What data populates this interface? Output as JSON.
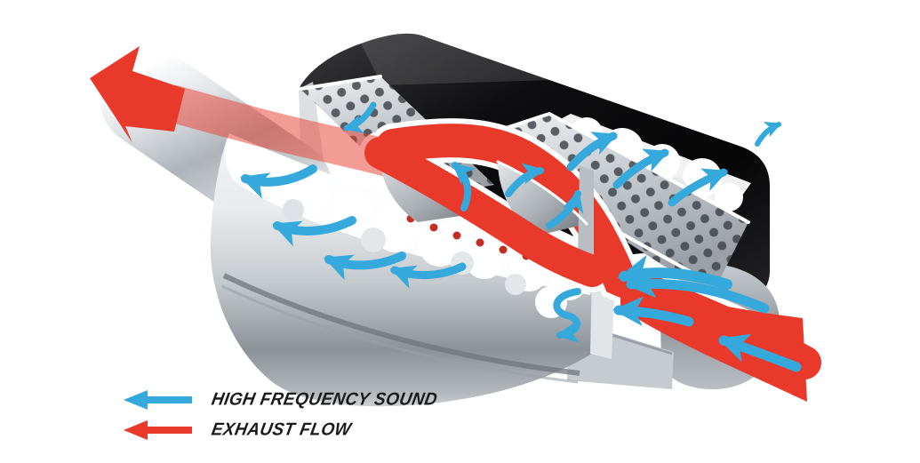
{
  "legend": {
    "items": [
      {
        "id": "high-frequency-sound",
        "label": "HIGH FREQUENCY SOUND"
      },
      {
        "id": "exhaust-flow",
        "label": "EXHAUST FLOW"
      }
    ]
  },
  "diagram": {
    "flows": [
      {
        "name": "exhaust-flow",
        "color_key": "exhaust_red",
        "path": "inlet lower-right, weaves through baffles, exits upper-left"
      },
      {
        "name": "high-frequency-sound",
        "color_key": "sound_blue",
        "path": "disperses from perforated baffles into fiber packing"
      }
    ]
  },
  "colors": {
    "sound_blue": "#35A8DC",
    "exhaust_red": "#E8392B",
    "case_black": "#0E0E10",
    "metal_light": "#F3F4F6",
    "metal_mid": "#C4C9CD",
    "metal_dark": "#8C9298",
    "hole_dark": "#43484E",
    "fluff": "#FFFFFF",
    "background": "#FFFFFF",
    "legend_text": "#1B1B1B"
  }
}
